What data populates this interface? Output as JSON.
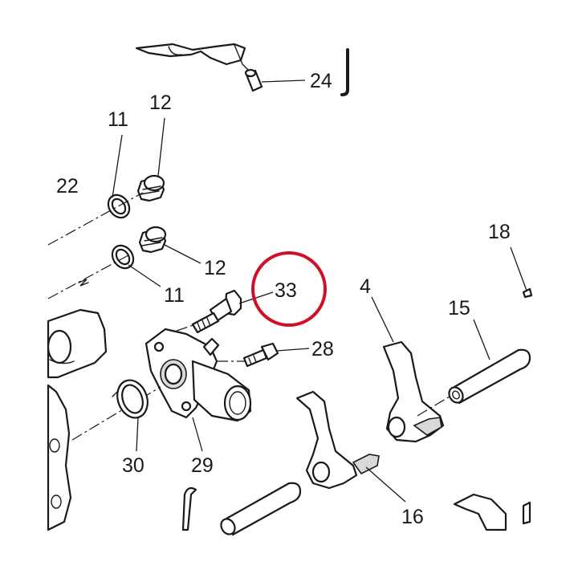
{
  "callouts": {
    "c24": "24",
    "c12a": "12",
    "c11a": "11",
    "c22": "22",
    "c12b": "12",
    "c11b": "11",
    "c33": "33",
    "c28": "28",
    "c4": "4",
    "c15": "15",
    "c18": "18",
    "c30": "30",
    "c29": "29",
    "c16": "16"
  },
  "highlight": {
    "color": "#d0102a",
    "target": "33"
  }
}
